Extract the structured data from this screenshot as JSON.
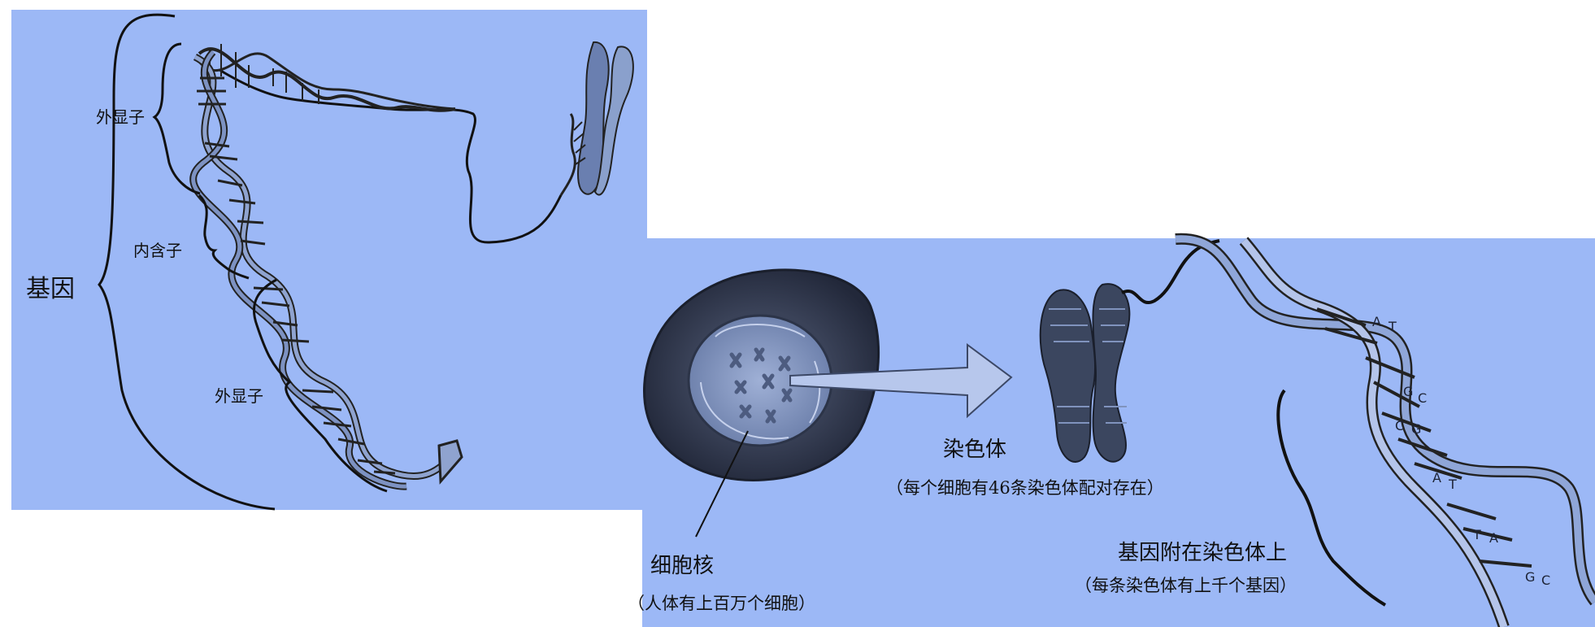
{
  "panel_gene": {
    "gene_label": "基因",
    "exon_top_label": "外显子",
    "intron_label": "内含子",
    "exon_bottom_label": "外显子"
  },
  "panel_cell": {
    "nucleus_label": "细胞核",
    "nucleus_note": "（人体有上百万个细胞）",
    "chromosome_label": "染色体",
    "chromosome_note": "（每个细胞有46条染色体配对存在）",
    "gene_on_chromosome_label": "基因附在染色体上",
    "gene_note": "（每条染色体有上千个基因）",
    "base_letters": [
      "A",
      "T",
      "G",
      "C",
      "C",
      "G",
      "A",
      "T",
      "T",
      "A",
      "G",
      "C"
    ]
  },
  "colors": {
    "panel_background": "#9cb8f6",
    "ink": "#111111"
  }
}
